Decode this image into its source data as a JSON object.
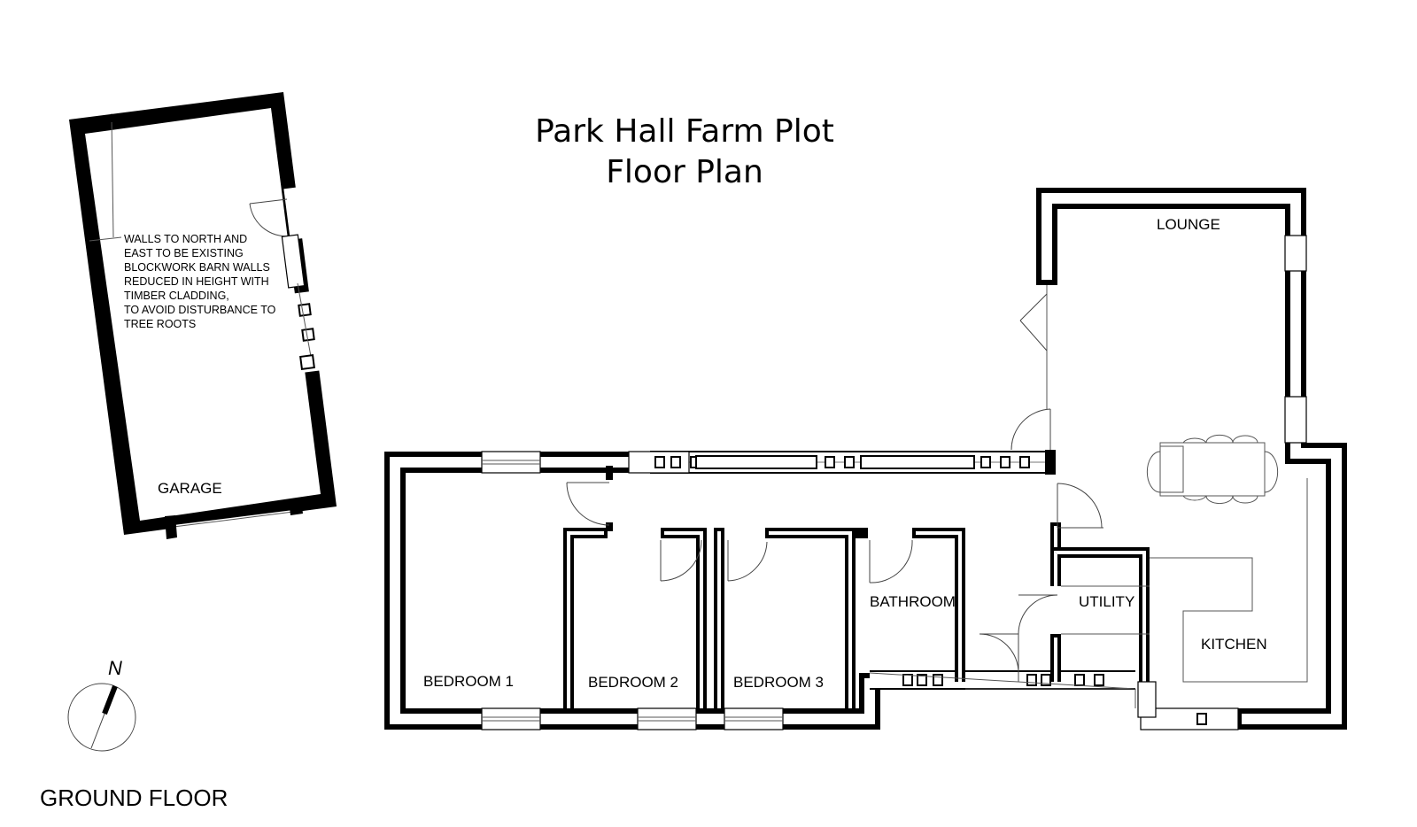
{
  "title": {
    "line1": "Park Hall Farm Plot",
    "line2": "Floor Plan"
  },
  "floor_label": "GROUND FLOOR",
  "compass": {
    "label": "N"
  },
  "garage": {
    "label": "GARAGE",
    "note": [
      "WALLS TO NORTH AND",
      "EAST TO BE EXISTING",
      "BLOCKWORK BARN WALLS",
      "REDUCED IN HEIGHT WITH",
      "TIMBER CLADDING,",
      "TO AVOID DISTURBANCE TO",
      "TREE ROOTS"
    ]
  },
  "rooms": {
    "lounge": "LOUNGE",
    "kitchen": "KITCHEN",
    "utility": "UTILITY",
    "bathroom": "BATHROOM",
    "bedroom1": "BEDROOM 1",
    "bedroom2": "BEDROOM 2",
    "bedroom3": "BEDROOM 3"
  }
}
